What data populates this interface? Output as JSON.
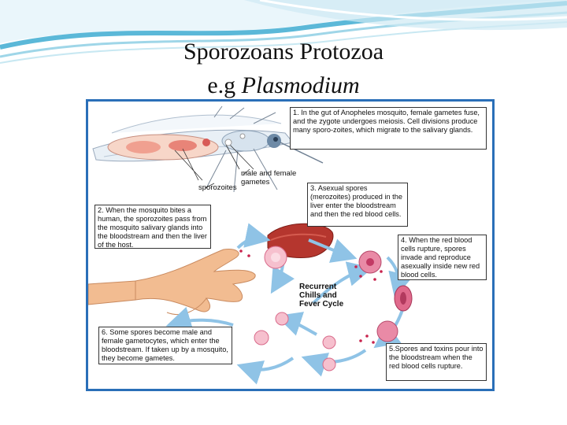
{
  "slide": {
    "title_line1": "Sporozoans Protozoa",
    "title_line2_prefix": "e.g ",
    "title_line2_italic": "Plasmodium"
  },
  "figure": {
    "step1": "1. In the gut of Anopheles mosquito, female gametes fuse, and the zygote undergoes meiosis. Cell divisions produce many sporo-zoites, which migrate to the salivary glands.",
    "step2": "2. When the mosquito bites a human, the sporozoites pass from the mosquito salivary glands into the bloodstream and then the liver of the host.",
    "step3": "3. Asexual spores (merozoites) produced in the liver enter the bloodstream and then the red blood cells.",
    "step4": "4. When the red blood cells rupture, spores invade and reproduce asexually inside new red blood cells.",
    "step5": "5.Spores and toxins pour into the bloodstream when the red blood cells rupture.",
    "step6": "6. Some spores become male and female gametocytes, which enter the bloodstream. If taken up by a mosquito, they become gametes.",
    "label_gametes": "male and female gametes",
    "label_sporozoites": "sporozoites",
    "cycle_label": "Recurrent Chills and Fever Cycle"
  },
  "colors": {
    "frame": "#2a6fb8",
    "arrow": "#8fc3e6",
    "cell": "#e98aa6",
    "liver": "#b5362e",
    "skin": "#f2bc91"
  }
}
